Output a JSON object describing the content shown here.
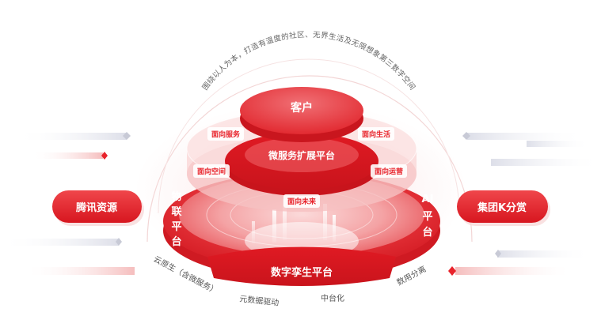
{
  "colors": {
    "primary_red": "#e8232b",
    "light_red": "#f6c6c6",
    "pale_red": "#fbe5e5",
    "text_dark": "#555555",
    "white": "#ffffff"
  },
  "top_curve_text": "围绕以人为本，打造有温度的社区、无界生活及无限想象第三数字空间",
  "core": {
    "customer": "客户",
    "microservice": "微服务扩展平台",
    "digital_twin": "数字孪生平台",
    "iot": "物联平台",
    "ai": "AI平台"
  },
  "ring_tags": {
    "service": "面向服务",
    "life": "面向生活",
    "space": "面向空间",
    "operations": "面向运营",
    "future": "面向未来"
  },
  "side_buttons": {
    "left": "腾讯资源",
    "right": "集团K分赏"
  },
  "bottom_labels": {
    "cloud_native": "云原生（含微服务）",
    "metadata": "元数据驱动",
    "middle_platform": "中台化",
    "data_layering": "数用分离"
  }
}
